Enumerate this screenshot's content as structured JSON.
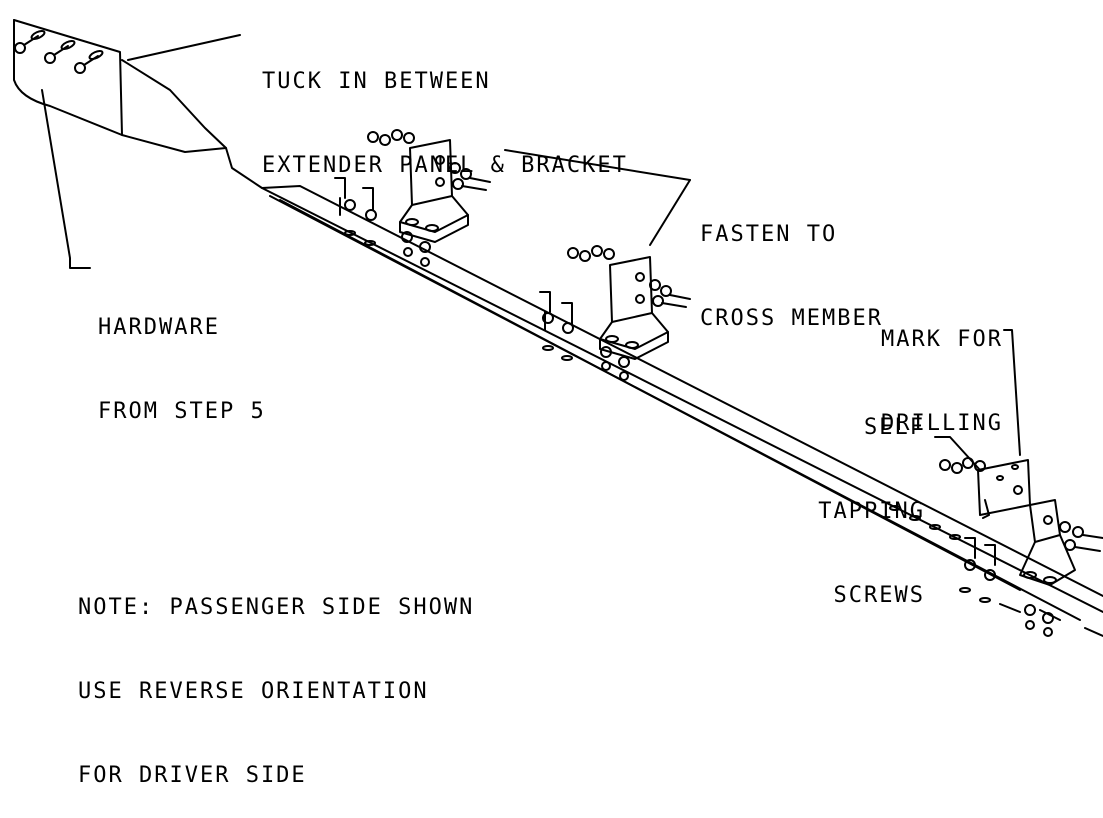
{
  "callouts": {
    "tuck_line1": "TUCK IN BETWEEN",
    "tuck_line2": "EXTENDER PANEL & BRACKET",
    "fasten_line1": "FASTEN TO",
    "fasten_line2": "CROSS MEMBER",
    "hardware_line1": "HARDWARE",
    "hardware_line2": "FROM STEP 5",
    "mark_line1": "MARK FOR",
    "mark_line2": "DRILLING",
    "self_line1": "SELF",
    "self_line2": "TAPPING",
    "self_line3": "SCREWS"
  },
  "note": {
    "line1": "NOTE: PASSENGER SIDE SHOWN",
    "line2": "USE REVERSE ORIENTATION",
    "line3": "FOR DRIVER SIDE"
  }
}
